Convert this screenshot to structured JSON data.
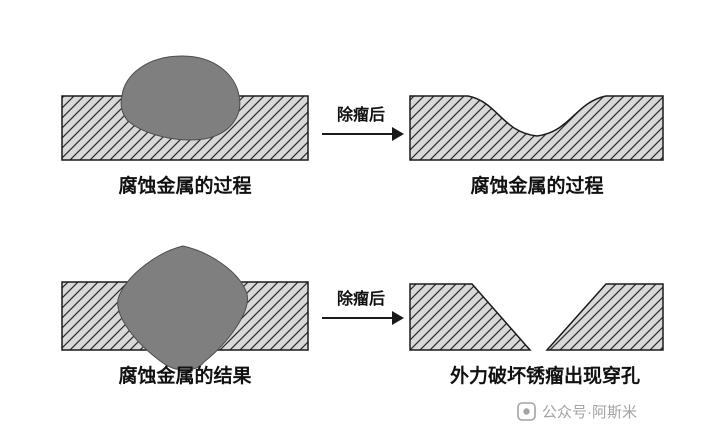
{
  "diagram": {
    "panels": {
      "top_left": {
        "caption": "腐蚀金属的过程"
      },
      "top_right": {
        "caption": "腐蚀金属的过程"
      },
      "bottom_left": {
        "caption": "腐蚀金属的结果"
      },
      "bottom_right": {
        "caption": "外力破坏锈瘤出现穿孔"
      }
    },
    "arrows": {
      "top_label": "除瘤后",
      "bottom_label": "除瘤后"
    },
    "colors": {
      "bar_fill": "#d9d9d9",
      "hatch_line": "#2f2f2f",
      "rust_blob_fill": "#7f7f7f",
      "outline": "#1a1a1a"
    }
  },
  "watermark": {
    "icon": "rounded-square-logo-icon",
    "text": "公众号·阿斯米",
    "color": "#a3a3a3"
  }
}
